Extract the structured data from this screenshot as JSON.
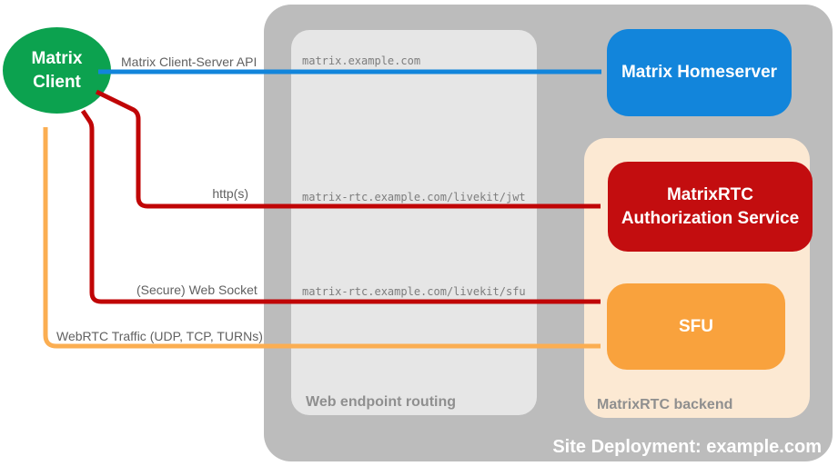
{
  "nodes": {
    "client": {
      "label": "Matrix Client"
    },
    "homeserver": {
      "label": "Matrix Homeserver"
    },
    "auth": {
      "label": "MatrixRTC Authorization Service"
    },
    "sfu": {
      "label": "SFU"
    }
  },
  "containers": {
    "site": {
      "label": "Site Deployment: example.com"
    },
    "routing": {
      "label": "Web endpoint routing"
    },
    "backend": {
      "label": "MatrixRTC backend"
    }
  },
  "endpoints": [
    {
      "url": "matrix.example.com"
    },
    {
      "url": "matrix-rtc.example.com/livekit/jwt"
    },
    {
      "url": "matrix-rtc.example.com/livekit/sfu"
    }
  ],
  "arrows": [
    {
      "label": "Matrix Client-Server API",
      "color": "#1285db",
      "from": "Matrix Client",
      "to": "Matrix Homeserver",
      "bidirectional": true
    },
    {
      "label": "http(s)",
      "color": "#c00506",
      "from": "Matrix Client",
      "to": "MatrixRTC Authorization Service",
      "bidirectional": true
    },
    {
      "label": "(Secure) Web Socket",
      "color": "#c00506",
      "from": "Matrix Client",
      "to": "SFU",
      "bidirectional": true
    },
    {
      "label": "WebRTC Traffic (UDP, TCP, TURNs)",
      "color": "#fbae52",
      "from": "Matrix Client",
      "to": "SFU",
      "bidirectional": true
    }
  ],
  "colors": {
    "client_green": "#0ca24f",
    "homeserver_blue": "#1285db",
    "auth_red": "#c30d0f",
    "sfu_orange": "#f9a23d",
    "backend_peach": "#fce9d3",
    "site_gray": "#bcbcbc",
    "routing_gray": "#e6e6e6",
    "label_gray": "#8f8f8f",
    "endpoint_text_gray": "#7d7d7d",
    "white": "#ffffff"
  }
}
